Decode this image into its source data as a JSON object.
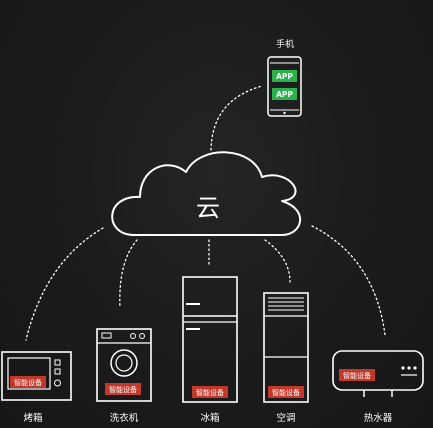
{
  "phone": {
    "label": "手机",
    "app_buttons": [
      "APP",
      "APP"
    ]
  },
  "cloud": {
    "label": "云"
  },
  "devices": [
    {
      "id": "oven",
      "label": "烤箱",
      "badge": "智能设备",
      "icon": "oven-icon"
    },
    {
      "id": "washer",
      "label": "洗衣机",
      "badge": "智能设备",
      "icon": "washing-machine-icon"
    },
    {
      "id": "fridge",
      "label": "冰箱",
      "badge": "智能设备",
      "icon": "refrigerator-icon"
    },
    {
      "id": "ac",
      "label": "空调",
      "badge": "智能设备",
      "icon": "air-conditioner-icon"
    },
    {
      "id": "heater",
      "label": "热水器",
      "badge": "智能设备",
      "icon": "water-heater-icon"
    }
  ],
  "colors": {
    "background": "#1b1b1b",
    "line": "#ffffff",
    "badge": "#c1392b",
    "app_button": "#2bb24c"
  }
}
